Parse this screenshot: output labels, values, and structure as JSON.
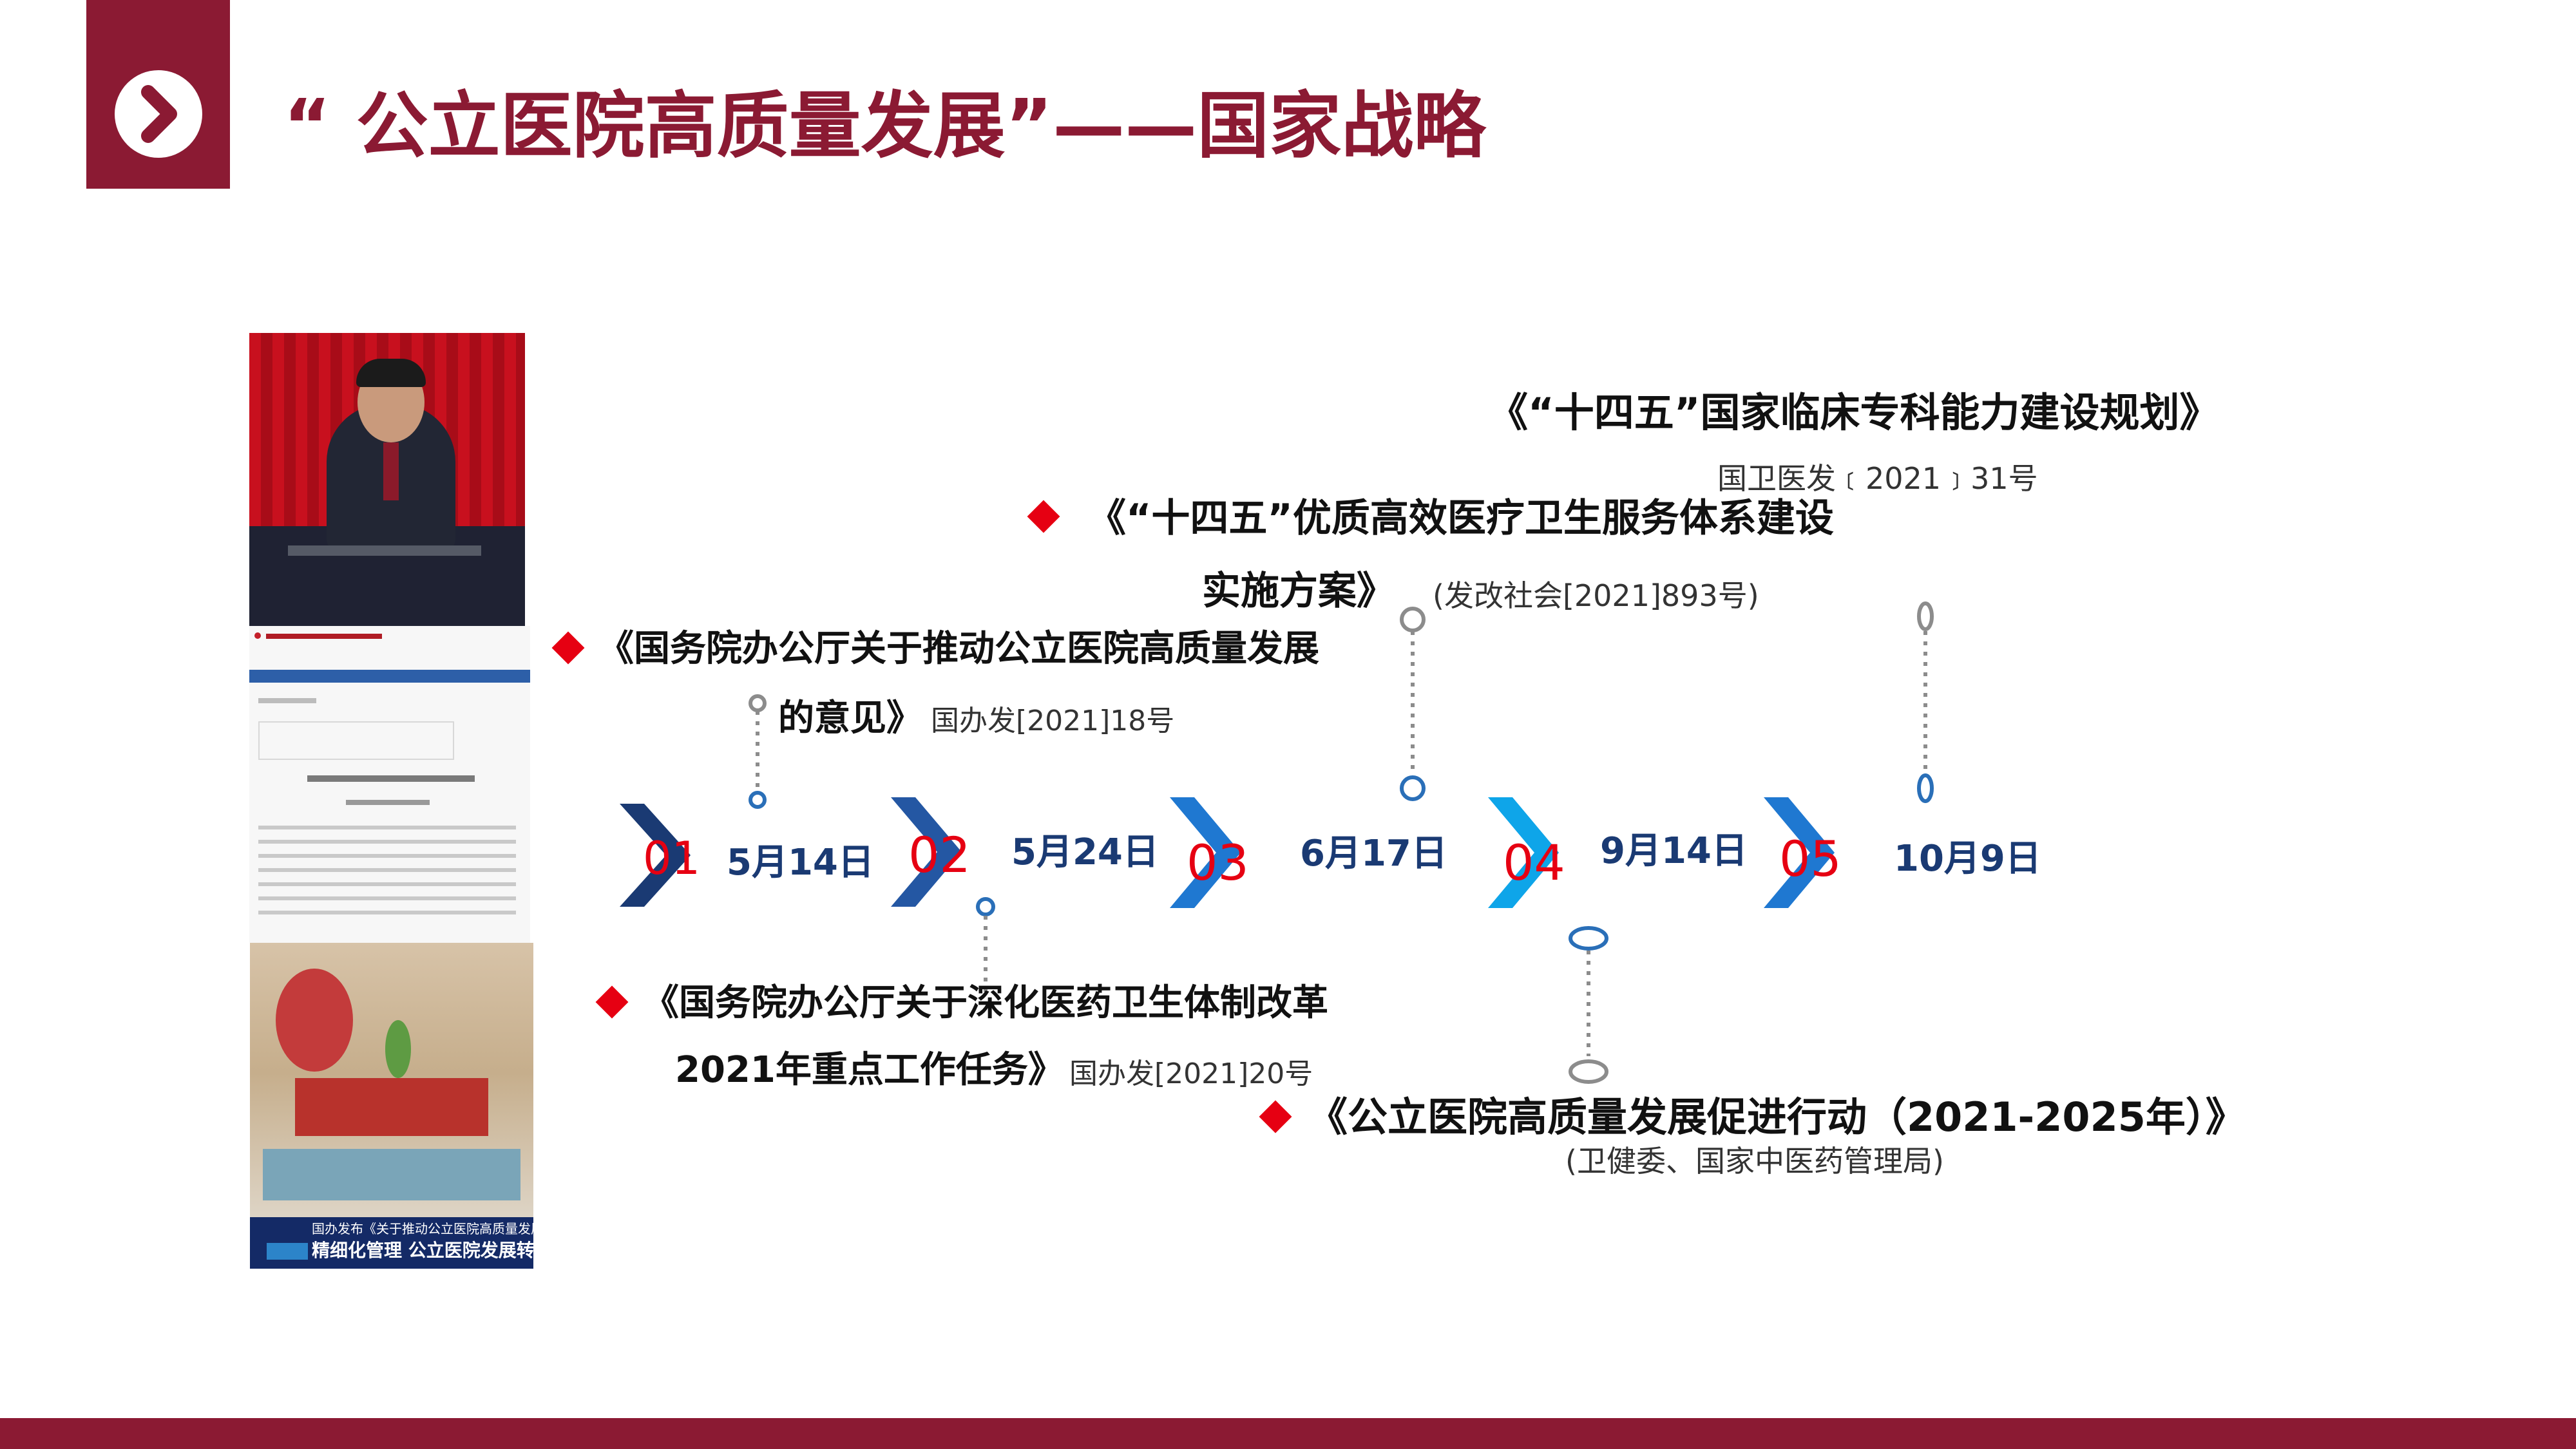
{
  "slide": {
    "title": "“ 公立医院高质量发展”——国家战略",
    "nav_icon": "chevron-right-icon",
    "colors": {
      "brand": "#8b1a33",
      "accent_red": "#e60012",
      "navy": "#1a3a73",
      "dot_gray": "#8c8c8c",
      "dot_blue": "#2a6fb8"
    }
  },
  "photos": {
    "top": "press-conference-photo",
    "middle": "document-page-screenshot",
    "bottom_caption_1": "国办发布《关于推动公立医院高质量发展的意见》",
    "bottom_caption_2": "精细化管理 公立医院发展转向提质增效"
  },
  "timeline": [
    {
      "num": "01",
      "date": "5月14日"
    },
    {
      "num": "02",
      "date": "5月24日"
    },
    {
      "num": "03",
      "date": "6月17日"
    },
    {
      "num": "04",
      "date": "9月14日"
    },
    {
      "num": "05",
      "date": "10月9日"
    }
  ],
  "docs": {
    "d1_line1": "《国务院办公厅关于推动公立医院高质量发展",
    "d1_line2": "的意见》",
    "d1_ref": "国办发[2021]18号",
    "d2_line1": "《国务院办公厅关于深化医药卫生体制改革",
    "d2_line2": "2021年重点工作任务》",
    "d2_ref": "国办发[2021]20号",
    "d3_line1": "《“十四五”优质高效医疗卫生服务体系建设",
    "d3_line2": "实施方案》",
    "d3_ref": "(发改社会[2021]893号)",
    "d4_line1": "《公立医院高质量发展促进行动（2021-2025年）》",
    "d4_ref": "(卫健委、国家中医药管理局)",
    "d5_line1": "《“十四五”国家临床专科能力建设规划》",
    "d5_ref": "国卫医发﹝2021﹞31号"
  }
}
